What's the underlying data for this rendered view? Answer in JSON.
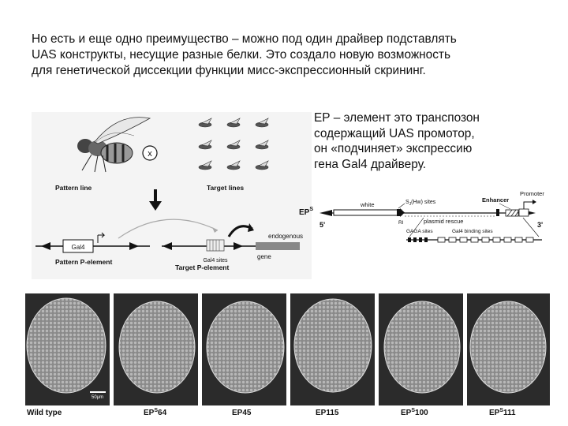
{
  "intro": {
    "lines": [
      "Но есть и еще одно преимущество – можно под один драйвер подставлять",
      " UAS конструкты, несущие разные белки. Это создало новую возможность",
      " для генетической диссекции функции мисс-экспрессионный скрининг."
    ]
  },
  "ep_note": {
    "lines": [
      "ЕР – элемент это транспозон",
      " содержащий UAS промотор,",
      " он «подчиняет» экспрессию",
      " гена Gal4 драйверу."
    ]
  },
  "gal4_diagram": {
    "cross_symbol": "x",
    "pattern_line_label": "Pattern line",
    "target_lines_label": "Target lines",
    "gal4_box": "Gal4",
    "pattern_element_label": "Pattern P-element",
    "gal4_sites_label": "Gal4 sites",
    "gene_label": "gene",
    "endogenous_label": "endogenous",
    "target_element_label": "Target P-element",
    "colors": {
      "ink": "#111111",
      "panel_bg": "#f4f4f4"
    }
  },
  "ep_construct": {
    "ep_label": "EP",
    "ep_superscript": "S",
    "five_prime": "5'",
    "three_prime": "3'",
    "white_label": "white",
    "s1_label": "S",
    "s1_sub": "J",
    "s1_rest": "(Hw) sites",
    "enhancer_label": "Enhancer",
    "promoter_label": "Promoter",
    "plasmid_rescue_label": "plasmid rescue",
    "ri_label": "RI",
    "gaga_label": "GAGA sites",
    "gal4_binding_label": "Gal4 binding sites"
  },
  "eye_panels": [
    {
      "prefix": "Wild type",
      "sup": "",
      "suffix": ""
    },
    {
      "prefix": "EP",
      "sup": "S",
      "suffix": "64"
    },
    {
      "prefix": "EP45",
      "sup": "",
      "suffix": ""
    },
    {
      "prefix": "EP115",
      "sup": "",
      "suffix": ""
    },
    {
      "prefix": "EP",
      "sup": "S",
      "suffix": "100"
    },
    {
      "prefix": "EP",
      "sup": "S",
      "suffix": "111"
    }
  ],
  "scale_bar_label": "50μm"
}
